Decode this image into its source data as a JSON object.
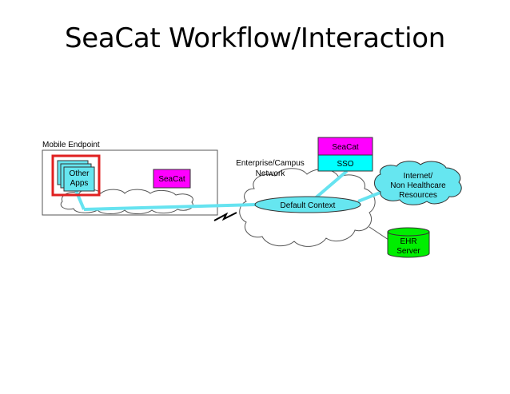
{
  "title": "SeaCat Workflow/Interaction",
  "mobile_endpoint": {
    "label": "Mobile Endpoint",
    "apps_line1": "Other",
    "apps_line2": "Apps",
    "seacat_label": "SeaCat"
  },
  "enterprise": {
    "label_line1": "Enterprise/Campus",
    "label_line2": "Network",
    "default_context": "Default Context"
  },
  "seacat_server": {
    "top_label": "SeaCat",
    "bottom_label": "SSO"
  },
  "internet": {
    "line1": "Internet/",
    "line2": "Non Healthcare",
    "line3": "Resources"
  },
  "ehr": {
    "line1": "EHR",
    "line2": "Server"
  },
  "colors": {
    "magenta": "#ff00ff",
    "cyan": "#00ffff",
    "light_cyan": "#66e6f0",
    "link": "#66e3f0",
    "green": "#00ee00",
    "red": "#e02020"
  }
}
